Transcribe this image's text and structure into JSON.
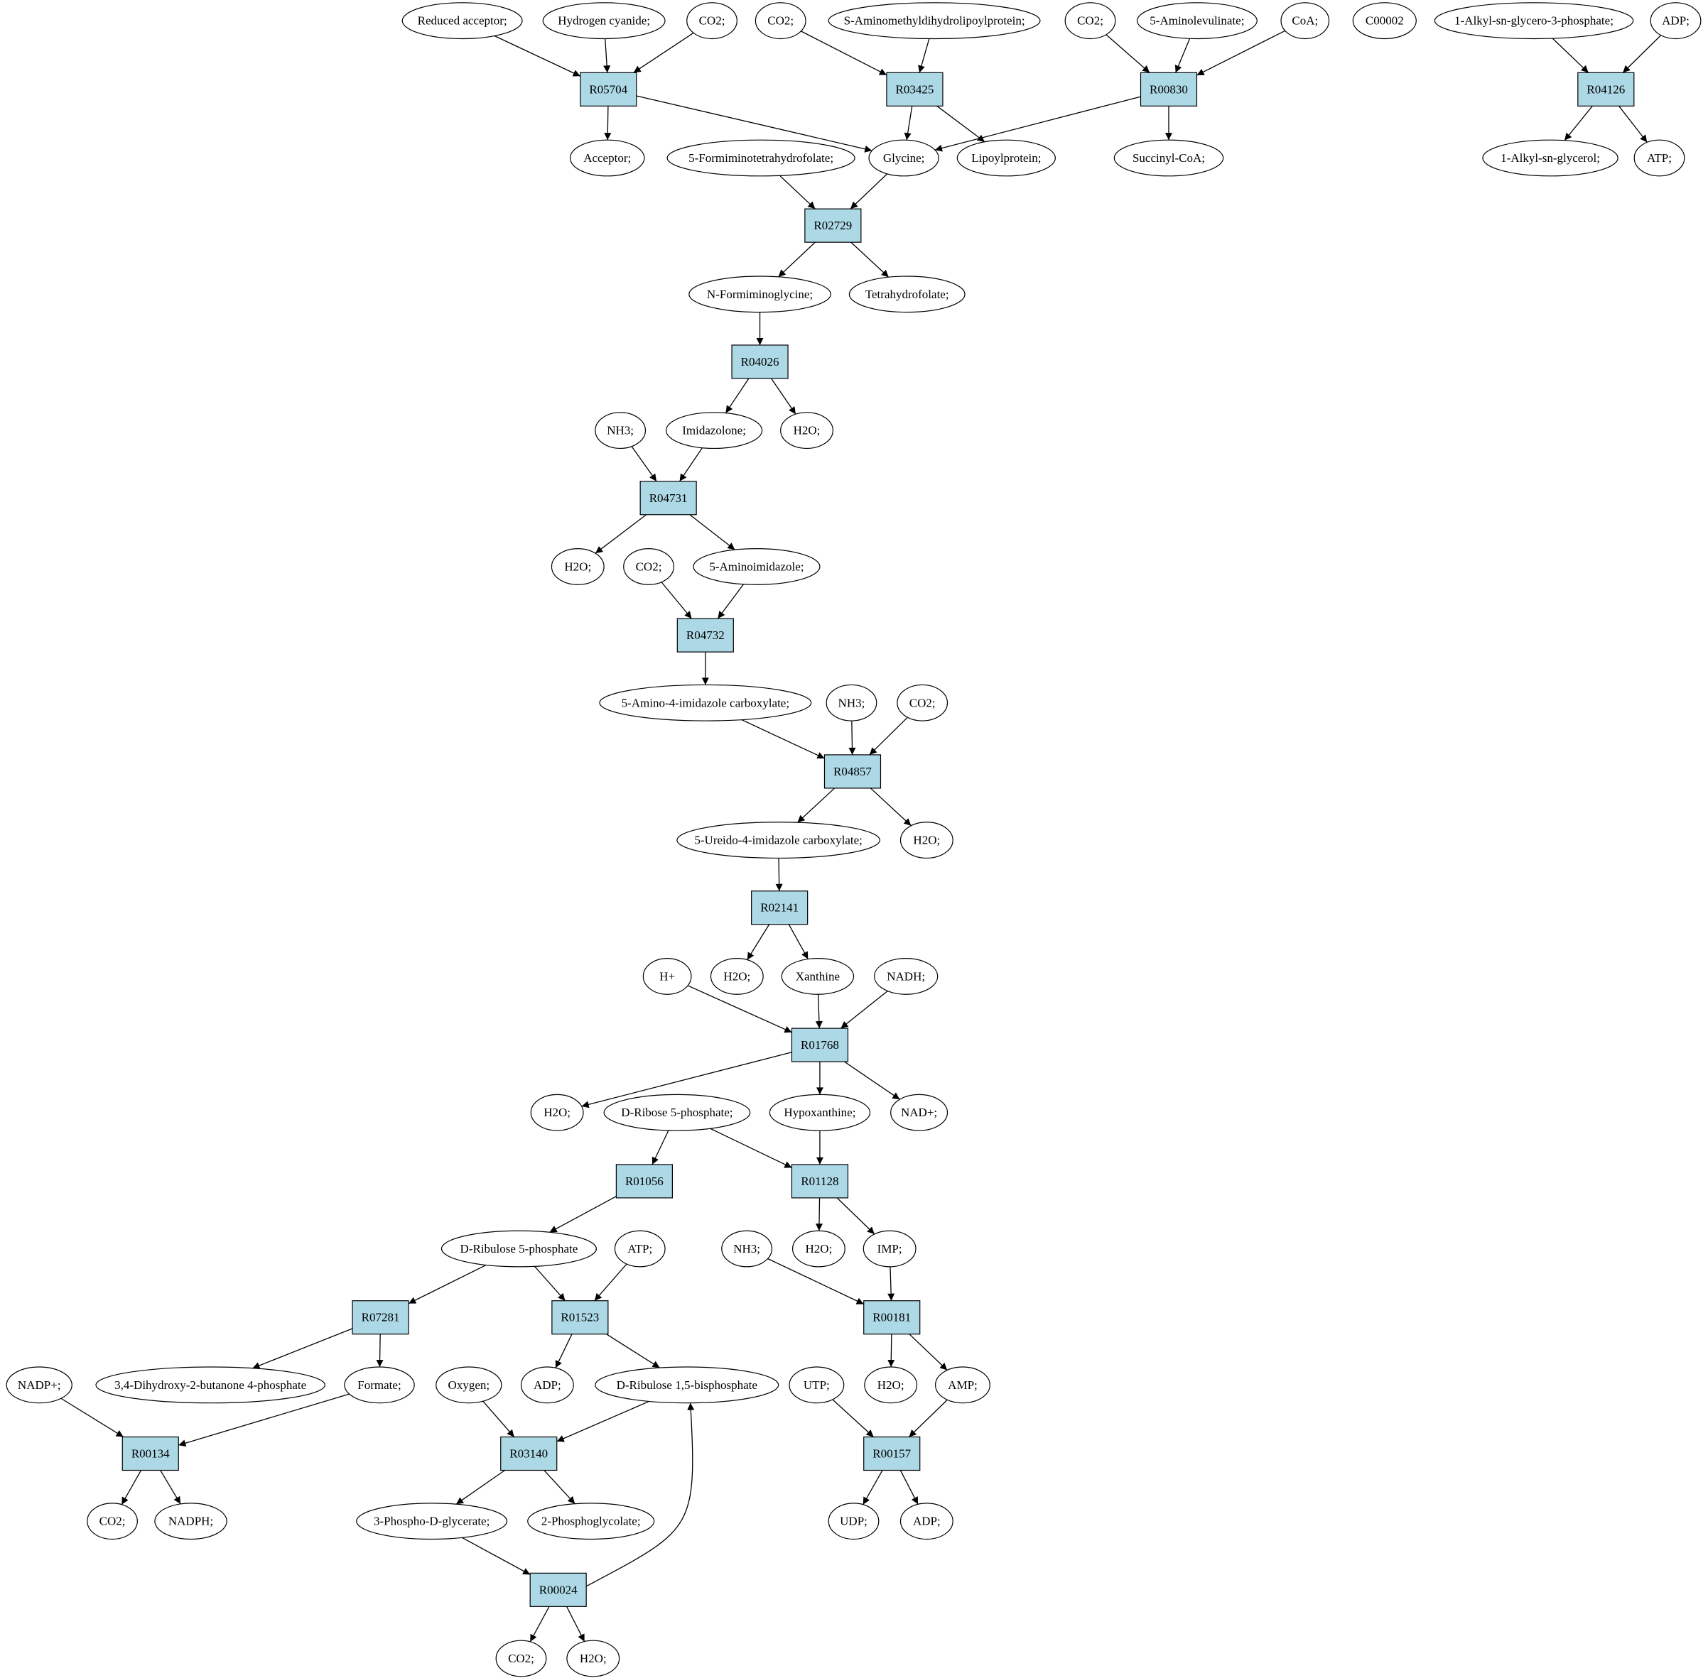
{
  "colors": {
    "reaction_fill": "#add8e6",
    "compound_fill": "#ffffff",
    "source_fill": "#00ee00",
    "highlight_fill": "#ffff00",
    "stroke": "#000000"
  },
  "reactions": [
    "R05704",
    "R03425",
    "R00830",
    "R04126",
    "R02729",
    "R04026",
    "R04731",
    "R04732",
    "R04857",
    "R02141",
    "R01768",
    "R01056",
    "R01128",
    "R07281",
    "R01523",
    "R00181",
    "R00134",
    "R03140",
    "R00157",
    "R00024"
  ],
  "compounds": {
    "c1": "Reduced acceptor;",
    "c2": "Hydrogen cyanide;",
    "c3": "CO2;",
    "c4": "CO2;",
    "c5": "S-Aminomethyldihydrolipoylprotein;",
    "c6": "CO2;",
    "c7": "5-Aminolevulinate;",
    "c8": "CoA;",
    "c9": "C00002",
    "c10": "1-Alkyl-sn-glycero-3-phosphate;",
    "c11": "ADP;",
    "c12": "Acceptor;",
    "c13": "5-Formiminotetrahydrofolate;",
    "c14": "Glycine;",
    "c15": "Lipoylprotein;",
    "c16": "Succinyl-CoA;",
    "c17": "1-Alkyl-sn-glycerol;",
    "c18": "ATP;",
    "c19": "N-Formiminoglycine;",
    "c20": "Tetrahydrofolate;",
    "c21": "NH3;",
    "c22": "Imidazolone;",
    "c23": "H2O;",
    "c24": "H2O;",
    "c25": "CO2;",
    "c26": "5-Aminoimidazole;",
    "c27": "5-Amino-4-imidazole carboxylate;",
    "c28": "NH3;",
    "c29": "CO2;",
    "c30": "5-Ureido-4-imidazole carboxylate;",
    "c31": "H2O;",
    "c32": "H+",
    "c33": "H2O;",
    "c34": "Xanthine",
    "c35": "NADH;",
    "c36": "H2O;",
    "c37": "D-Ribose 5-phosphate;",
    "c38": "Hypoxanthine;",
    "c39": "NAD+;",
    "c40": "D-Ribulose 5-phosphate",
    "c41": "ATP;",
    "c42": "NH3;",
    "c43": "H2O;",
    "c44": "IMP;",
    "c45": "NADP+;",
    "c46": "3,4-Dihydroxy-2-butanone 4-phosphate",
    "c47": "Formate;",
    "c48": "Oxygen;",
    "c49": "ADP;",
    "c50": "D-Ribulose 1,5-bisphosphate",
    "c51": "UTP;",
    "c52": "H2O;",
    "c53": "AMP;",
    "c54": "CO2;",
    "c55": "NADPH;",
    "c56": "3-Phospho-D-glycerate;",
    "c57": "2-Phosphoglycolate;",
    "c58": "UDP;",
    "c59": "ADP;",
    "c60": "CO2;",
    "c61": "H2O;"
  },
  "edges": [
    [
      "c1",
      "R05704"
    ],
    [
      "c2",
      "R05704"
    ],
    [
      "c3",
      "R05704"
    ],
    [
      "R05704",
      "c12"
    ],
    [
      "R05704",
      "c14"
    ],
    [
      "c4",
      "R03425"
    ],
    [
      "c5",
      "R03425"
    ],
    [
      "R03425",
      "c14"
    ],
    [
      "R03425",
      "c15"
    ],
    [
      "c6",
      "R00830"
    ],
    [
      "c7",
      "R00830"
    ],
    [
      "c8",
      "R00830"
    ],
    [
      "R00830",
      "c14"
    ],
    [
      "R00830",
      "c16"
    ],
    [
      "c10",
      "R04126"
    ],
    [
      "c11",
      "R04126"
    ],
    [
      "R04126",
      "c17"
    ],
    [
      "R04126",
      "c18"
    ],
    [
      "c13",
      "R02729"
    ],
    [
      "c14",
      "R02729"
    ],
    [
      "R02729",
      "c19"
    ],
    [
      "R02729",
      "c20"
    ],
    [
      "c19",
      "R04026"
    ],
    [
      "R04026",
      "c22"
    ],
    [
      "R04026",
      "c23"
    ],
    [
      "c21",
      "R04731"
    ],
    [
      "c22",
      "R04731"
    ],
    [
      "R04731",
      "c24"
    ],
    [
      "R04731",
      "c26"
    ],
    [
      "c25",
      "R04732"
    ],
    [
      "c26",
      "R04732"
    ],
    [
      "R04732",
      "c27"
    ],
    [
      "c27",
      "R04857"
    ],
    [
      "c28",
      "R04857"
    ],
    [
      "c29",
      "R04857"
    ],
    [
      "R04857",
      "c30"
    ],
    [
      "R04857",
      "c31"
    ],
    [
      "c30",
      "R02141"
    ],
    [
      "R02141",
      "c33"
    ],
    [
      "R02141",
      "c34"
    ],
    [
      "c32",
      "R01768"
    ],
    [
      "c34",
      "R01768"
    ],
    [
      "c35",
      "R01768"
    ],
    [
      "R01768",
      "c36"
    ],
    [
      "R01768",
      "c38"
    ],
    [
      "R01768",
      "c39"
    ],
    [
      "c37",
      "R01056"
    ],
    [
      "R01056",
      "c40"
    ],
    [
      "c37",
      "R01128"
    ],
    [
      "c38",
      "R01128"
    ],
    [
      "R01128",
      "c43"
    ],
    [
      "R01128",
      "c44"
    ],
    [
      "c40",
      "R07281"
    ],
    [
      "R07281",
      "c46"
    ],
    [
      "R07281",
      "c47"
    ],
    [
      "c40",
      "R01523"
    ],
    [
      "c41",
      "R01523"
    ],
    [
      "R01523",
      "c49"
    ],
    [
      "R01523",
      "c50"
    ],
    [
      "c42",
      "R00181"
    ],
    [
      "c44",
      "R00181"
    ],
    [
      "R00181",
      "c52"
    ],
    [
      "R00181",
      "c53"
    ],
    [
      "c45",
      "R00134"
    ],
    [
      "c47",
      "R00134"
    ],
    [
      "R00134",
      "c54"
    ],
    [
      "R00134",
      "c55"
    ],
    [
      "c48",
      "R03140"
    ],
    [
      "c50",
      "R03140"
    ],
    [
      "R03140",
      "c56"
    ],
    [
      "R03140",
      "c57"
    ],
    [
      "c51",
      "R00157"
    ],
    [
      "c53",
      "R00157"
    ],
    [
      "R00157",
      "c58"
    ],
    [
      "R00157",
      "c59"
    ],
    [
      "c56",
      "R00024"
    ],
    [
      "R00024",
      "c50"
    ],
    [
      "R00024",
      "c60"
    ],
    [
      "R00024",
      "c61"
    ]
  ]
}
